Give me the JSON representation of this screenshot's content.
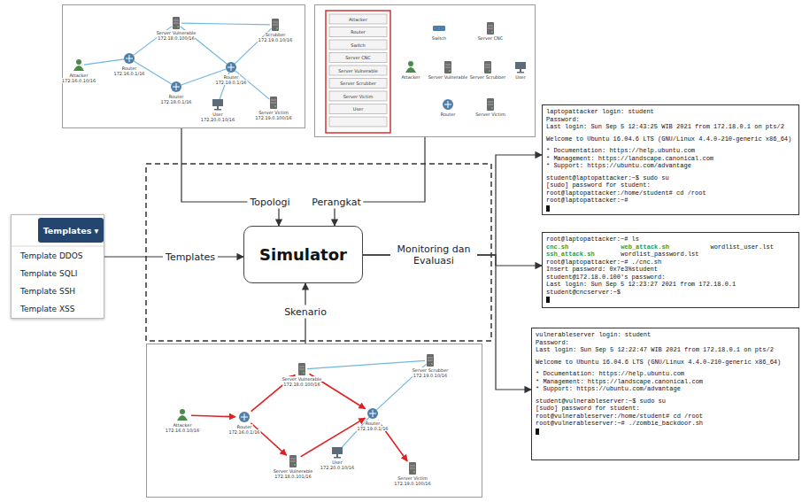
{
  "diagram": {
    "nodes": [
      {
        "text": [
          "Attacker",
          "172.16.0.10/16",
          "Router",
          "172.16.0.1/16",
          "Server Vulnerable",
          "172.18.0.100/16",
          "Router",
          "172.18.0.1/16",
          "Router",
          "172.19.0.1/16",
          "Scrubber",
          "172.19.0.10/16",
          "User",
          "172.20.0.10/16",
          "Server Victim",
          "172.19.0.100/16"
        ]
      },
      {
        "text": [
          "Attacker",
          "Router",
          "Switch",
          "Server CNC",
          "Server Vulnerable",
          "Server Scrubber",
          "Server Victim",
          "User",
          "Switch",
          "Server CNC",
          "Attacker",
          "Server Vulnerable",
          "Server Scrubber",
          "User",
          "Router",
          "Server Victim"
        ]
      },
      {
        "text": [
          "Templates ▾",
          "Template DDOS",
          "Template SQLI",
          "Template SSH",
          "Template XSS"
        ]
      },
      {
        "text": [
          "Simulator"
        ]
      },
      {
        "text": [
          "Attacker",
          "172.16.0.10/16",
          "Router",
          "172.16.0.1/16",
          "Server Vulnerable",
          "172.18.0.100/16",
          "Router",
          "172.19.0.1/16",
          "Server Scrubber",
          "172.19.0.10/16",
          "User",
          "172.20.0.10/16",
          "Server Vulnerable",
          "172.18.0.101/16",
          "Server Victim",
          "172.19.0.100/16"
        ]
      },
      {
        "text": [
          "laptopattacker login: student",
          "Password:",
          "Last login: Sun Sep 5 12:43:25 WIB 2021 from 172.18.0.1 on pts/2",
          "Welcome to Ubuntu 16.04.6 LTS (GNU/Linux 4.4.0-210-generic x86_64)",
          "* Documentation: https://help.ubuntu.com",
          "* Management: https://landscape.canonical.com",
          "* Support: https://ubuntu.com/advantage",
          "student@laptopattacker:~$ sudo su",
          "[sudo] password for student:",
          "root@laptopattacker:/home/student# cd /root",
          "root@laptopattacker:~#"
        ]
      },
      {
        "text": [
          "root@laptopattacker:~# ls",
          "cnc.sh",
          "web_attack.sh",
          "wordlist_user.lst",
          "ssh_attack.sh",
          "wordlist_password.lst",
          "root@laptopattacker:~# ./cnc.sh",
          "Insert password: 0x7e3%student",
          "student@172.18.0.100's password:",
          "Last login: Sun Sep 5 12:23:27 2021 from 172.18.0.1",
          "student@cncserver:~$"
        ]
      },
      {
        "text": [
          "vulnerableserver login: student",
          "Password:",
          "Last login: Sun Sep 5 12:22:47 WIB 2021 from 172.18.0.1 on pts/2",
          "Welcome to Ubuntu 16.04.6 LTS (GNU/Linux 4.4.0-210-generic x86_64)",
          "* Documentation: https://help.ubuntu.com",
          "* Management: https://landscape.canonical.com",
          "* Support: https://ubuntu.com/advantage",
          "student@vulnerableserver:~$ sudo su",
          "[sudo] password for student:",
          "root@vulnerableserver:/home/student# cd /root",
          "root@vulnerableserver:~# ./zombie_backdoor.sh"
        ]
      }
    ],
    "edges": [
      {
        "from": 0,
        "to": 3,
        "label": "Topologi",
        "arrow": "to"
      },
      {
        "from": 1,
        "to": 3,
        "label": "Perangkat",
        "arrow": "to"
      },
      {
        "from": 2,
        "to": 3,
        "label": "Templates",
        "arrow": "to"
      },
      {
        "from": 4,
        "to": 3,
        "label": "Skenario",
        "arrow": "to"
      },
      {
        "from": 3,
        "to": 5,
        "label": "Monitoring dan Evaluasi",
        "arrow": "to"
      },
      {
        "from": 3,
        "to": 6,
        "arrow": "to"
      },
      {
        "from": 3,
        "to": 7,
        "arrow": "to"
      }
    ]
  }
}
